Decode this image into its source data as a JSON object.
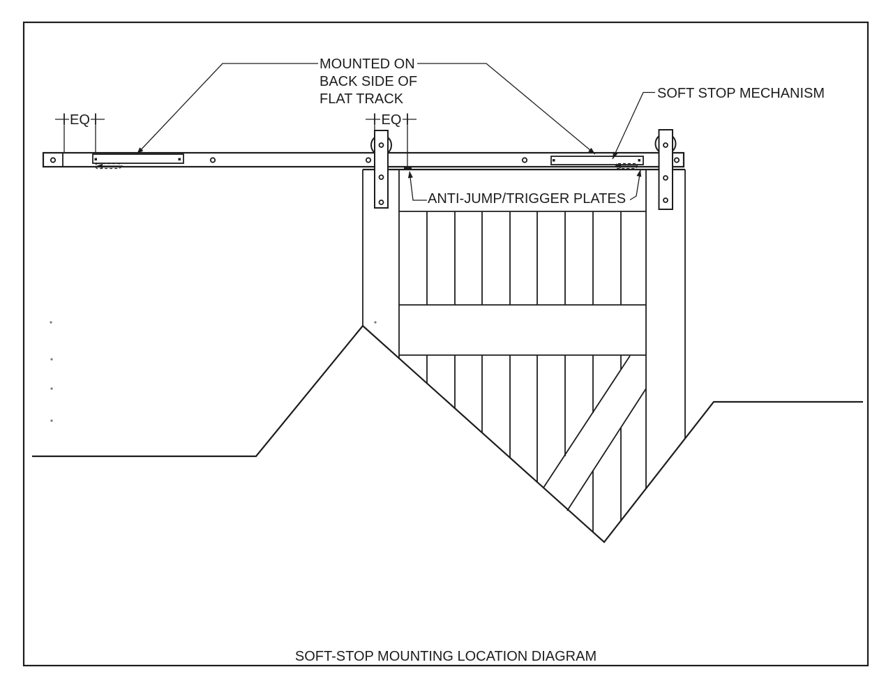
{
  "page": {
    "background": "#ffffff",
    "line_color": "#1d1d1d",
    "title": "SOFT-STOP MOUNTING LOCATION DIAGRAM"
  },
  "callouts": {
    "mounted_on": {
      "line1": "MOUNTED ON",
      "line2": "BACK SIDE OF",
      "line3": "FLAT TRACK"
    },
    "soft_stop_mechanism": "SOFT STOP MECHANISM",
    "anti_jump_trigger_plates": "ANTI-JUMP/TRIGGER PLATES"
  },
  "dimensions": {
    "eq_left": "EQ",
    "eq_right": "EQ"
  }
}
